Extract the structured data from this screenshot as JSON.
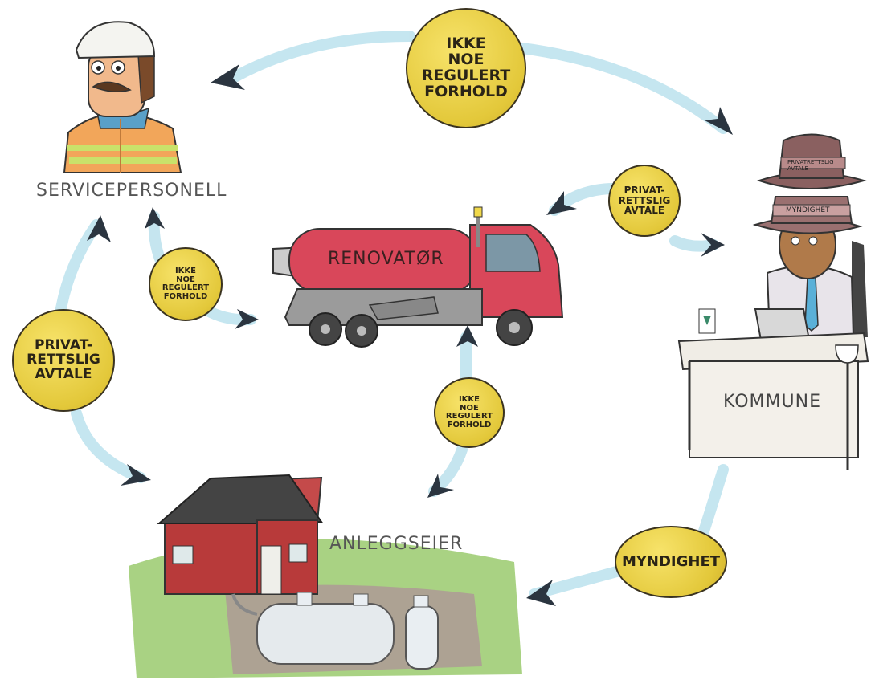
{
  "labels": {
    "servicepersonell": "SERVICEPERSONELL",
    "renovator": "RENOVATØR",
    "kommune": "KOMMUNE",
    "anleggseier": "ANLEGGSEIER",
    "hat_top": "PRIVATRETTSLIG AVTALE",
    "hat_band": "MYNDIGHET"
  },
  "relations": {
    "top": "IKKE\nNOE\nREGULERT\nFORHOLD",
    "kommune_renovator": "PRIVAT-\nRETTSLIG\nAVTALE",
    "service_renovator": "IKKE\nNOE\nREGULERT\nFORHOLD",
    "left": "PRIVAT-\nRETTSLIG\nAVTALE",
    "renovator_anlegg": "IKKE\nNOE\nREGULERT\nFORHOLD",
    "kommune_anlegg": "MYNDIGHET"
  },
  "colors": {
    "badge": "#e3c83a",
    "arrow": "#bfe3ee",
    "truck": "#d9475a",
    "house": "#b83a3a",
    "grass": "#8cc35a"
  }
}
